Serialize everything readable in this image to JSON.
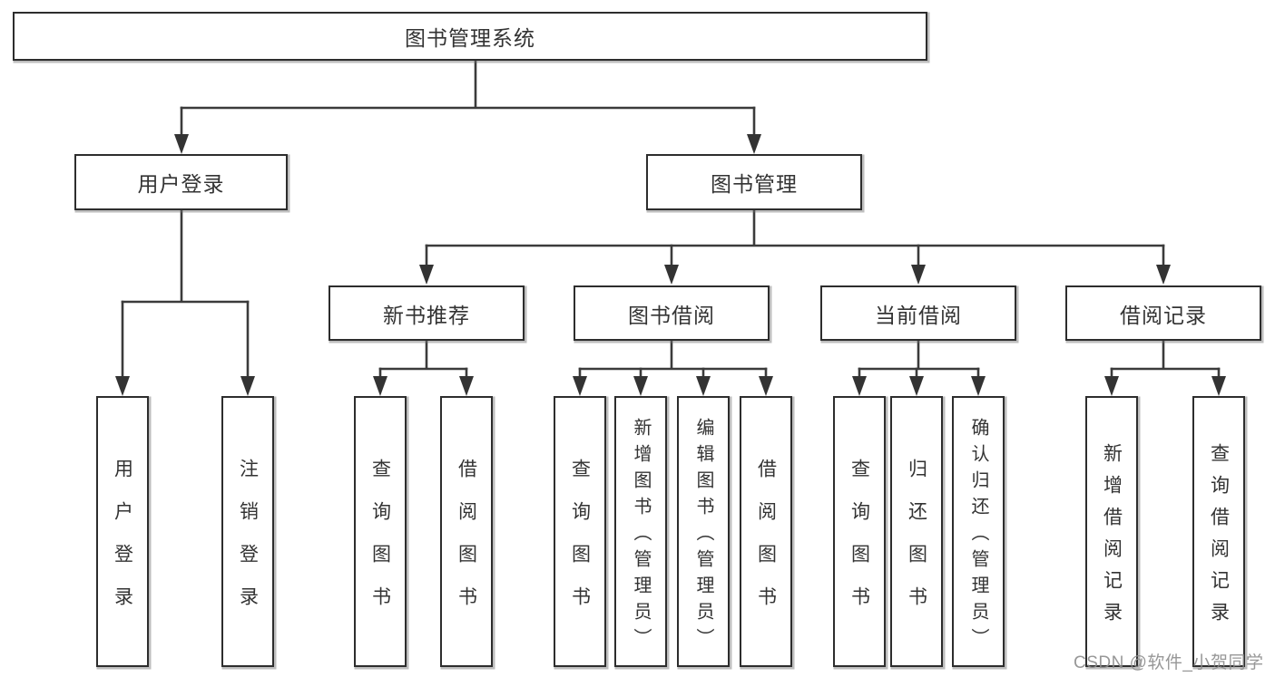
{
  "diagram_title": "图书管理系统",
  "tree": {
    "root": {
      "label": "图书管理系统",
      "children": [
        {
          "label": "用户登录",
          "children": [
            {
              "label": "用户登录"
            },
            {
              "label": "注销登录"
            }
          ]
        },
        {
          "label": "图书管理",
          "children": [
            {
              "label": "新书推荐",
              "children": [
                {
                  "label": "查询图书"
                },
                {
                  "label": "借阅图书"
                }
              ]
            },
            {
              "label": "图书借阅",
              "children": [
                {
                  "label": "查询图书"
                },
                {
                  "label": "新增图书（管理员）"
                },
                {
                  "label": "编辑图书（管理员）"
                },
                {
                  "label": "借阅图书"
                }
              ]
            },
            {
              "label": "当前借阅",
              "children": [
                {
                  "label": "查询图书"
                },
                {
                  "label": "归还图书"
                },
                {
                  "label": "确认归还（管理员）"
                }
              ]
            },
            {
              "label": "借阅记录",
              "children": [
                {
                  "label": "新增借阅记录"
                },
                {
                  "label": "查询借阅记录"
                }
              ]
            }
          ]
        }
      ]
    }
  },
  "watermark": "CSDN @软件_小贺同学",
  "colors": {
    "line": "#3b3b3b",
    "box_border": "#2d2d2d",
    "text": "#333333",
    "background": "#ffffff",
    "watermark": "#8c8c8c"
  }
}
